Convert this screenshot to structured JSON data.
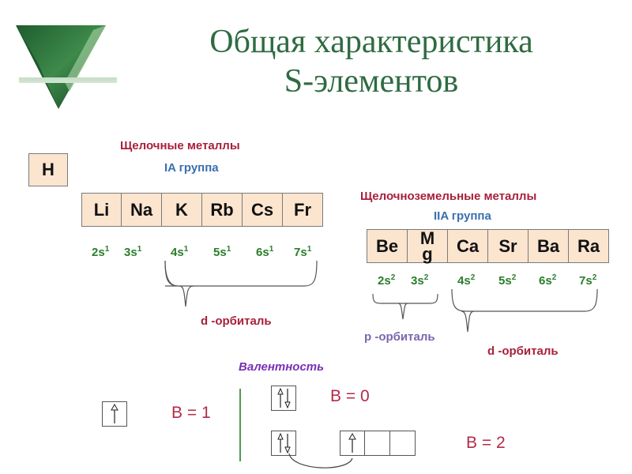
{
  "title": {
    "line1": "Общая характеристика",
    "line2": "S-элементов"
  },
  "hydrogen": {
    "symbol": "H"
  },
  "alkali": {
    "heading": "Щелочные металлы",
    "group": "IA группа",
    "elements": [
      "Li",
      "Na",
      "K",
      "Rb",
      "Cs",
      "Fr"
    ],
    "orbitals": [
      {
        "base": "2s",
        "exp": "1"
      },
      {
        "base": "3s",
        "exp": "1"
      },
      {
        "base": "4s",
        "exp": "1"
      },
      {
        "base": "5s",
        "exp": "1"
      },
      {
        "base": "6s",
        "exp": "1"
      },
      {
        "base": "7s",
        "exp": "1"
      }
    ],
    "brace_label": "d -орбиталь"
  },
  "alkaline_earth": {
    "heading": "Щелочноземельные металлы",
    "group": "IIA группа",
    "elements": [
      "Be",
      "M g",
      "Ca",
      "Sr",
      "Ba",
      "Ra"
    ],
    "orbitals": [
      {
        "base": "2s",
        "exp": "2"
      },
      {
        "base": "3s",
        "exp": "2"
      },
      {
        "base": "4s",
        "exp": "2"
      },
      {
        "base": "5s",
        "exp": "2"
      },
      {
        "base": "6s",
        "exp": "2"
      },
      {
        "base": "7s",
        "exp": "2"
      }
    ],
    "p_label": "p -орбиталь",
    "d_label": "d -орбиталь"
  },
  "valence": {
    "heading": "Валентность",
    "b1": "B = 1",
    "b0": "B = 0",
    "b2": "B = 2"
  },
  "colors": {
    "title": "#2f6b42",
    "cell_fill": "#fbe5cf",
    "heading_red": "#a8203c",
    "group_blue": "#3a6fae",
    "orbital_green": "#2a7d2a",
    "p_orbital": "#7a66b0",
    "valence_purple": "#7a2fb5"
  },
  "icons": {
    "logo": "green-triangle-logo",
    "electron_up": "up-arrow-icon",
    "electron_down": "down-arrow-icon"
  }
}
